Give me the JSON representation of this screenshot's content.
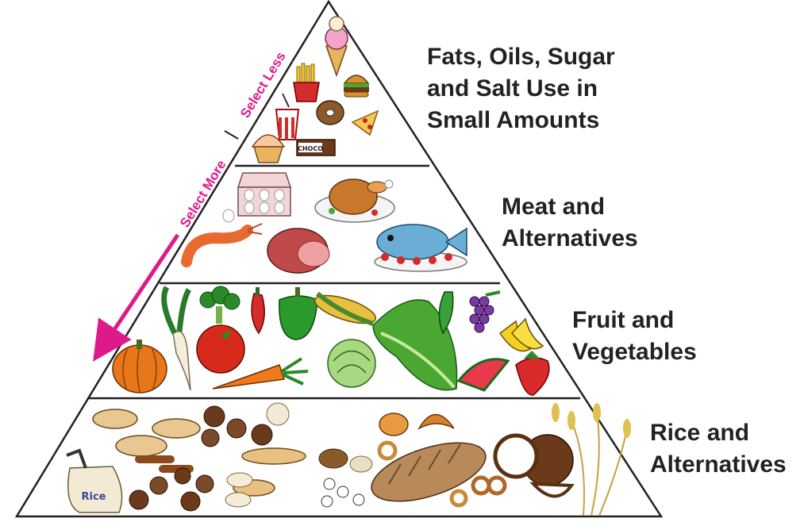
{
  "tiers": [
    {
      "lines": [
        "Fats, Oils, Sugar",
        "and Salt Use in",
        "Small Amounts"
      ]
    },
    {
      "lines": [
        "Meat and",
        "Alternatives"
      ]
    },
    {
      "lines": [
        "Fruit and",
        "Vegetables"
      ]
    },
    {
      "lines": [
        "Rice and",
        "Alternatives"
      ]
    }
  ],
  "guide": {
    "select_less": "Select Less",
    "select_more": "Select More",
    "color": "#e0198a"
  },
  "food_labels": {
    "choco": "CHOCO",
    "rice_bag": "Rice"
  },
  "colors": {
    "outline": "#222222",
    "text": "#222222"
  }
}
